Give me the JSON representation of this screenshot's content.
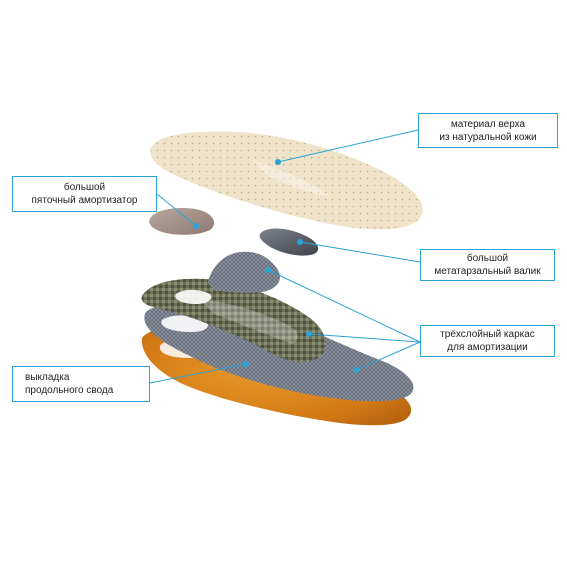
{
  "labels": {
    "upper_material": {
      "line1": "материал верха",
      "line2": "из натуральной кожи"
    },
    "heel_absorber": {
      "line1": "большой",
      "line2": "пяточный амортизатор"
    },
    "metatarsal_pad": {
      "line1": "большой",
      "line2": "метатарзальный валик"
    },
    "frame": {
      "line1": "трёхслойный каркас",
      "line2": "для амортизации"
    },
    "arch_support": {
      "line1": "выкладка",
      "line2": "продольного свода"
    }
  },
  "colors": {
    "leader": "#29a3d9",
    "leather": "#ece0c3",
    "heel_pad": "#a28f88",
    "metatarsal": "#5c6069",
    "carbon": "#6d7058",
    "mesh": "#8a8f9c",
    "base": "#e08a1c"
  }
}
